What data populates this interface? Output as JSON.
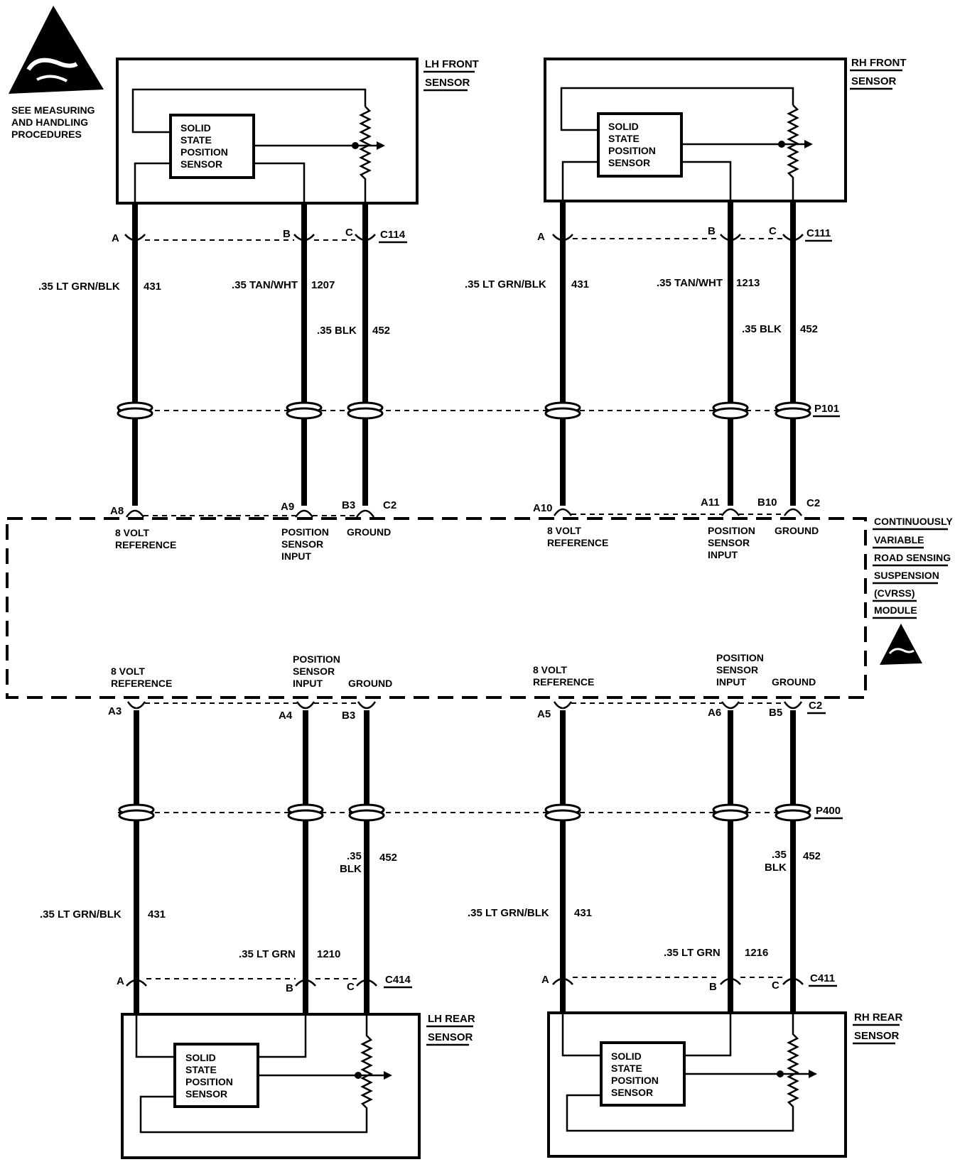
{
  "esd_note": [
    "SEE MEASURING",
    "AND HANDLING",
    "PROCEDURES"
  ],
  "sensor_element": [
    "SOLID",
    "STATE",
    "POSITION",
    "SENSOR"
  ],
  "sensors": {
    "lh_front": [
      "LH FRONT",
      "SENSOR"
    ],
    "rh_front": [
      "RH FRONT",
      "SENSOR"
    ],
    "lh_rear": [
      "LH REAR",
      "SENSOR"
    ],
    "rh_rear": [
      "RH REAR",
      "SENSOR"
    ]
  },
  "connectors": {
    "c114": "C114",
    "c111": "C111",
    "c414": "C414",
    "c411": "C411",
    "p101": "P101",
    "p400": "P400",
    "c2": "C2"
  },
  "pins": {
    "a": "A",
    "b": "B",
    "c": "C",
    "a8": "A8",
    "a9": "A9",
    "b3": "B3",
    "a10": "A10",
    "a11": "A11",
    "b10": "B10",
    "a3": "A3",
    "a4": "A4",
    "a5": "A5",
    "a6": "A6",
    "b5": "B5"
  },
  "wires": {
    "lt_grn_blk": ".35 LT GRN/BLK",
    "tan_wht": ".35 TAN/WHT",
    "blk": ".35 BLK",
    "blk_split": [
      ".35",
      "BLK"
    ],
    "lt_grn": ".35 LT GRN",
    "c431": "431",
    "c1207": "1207",
    "c1213": "1213",
    "c452": "452",
    "c1210": "1210",
    "c1216": "1216"
  },
  "module": {
    "title": [
      "CONTINUOUSLY",
      "VARIABLE",
      "ROAD SENSING",
      "SUSPENSION",
      "(CVRSS)",
      "MODULE"
    ],
    "ref": [
      "8 VOLT",
      "REFERENCE"
    ],
    "pos": [
      "POSITION",
      "SENSOR",
      "INPUT"
    ],
    "gnd": "GROUND"
  }
}
